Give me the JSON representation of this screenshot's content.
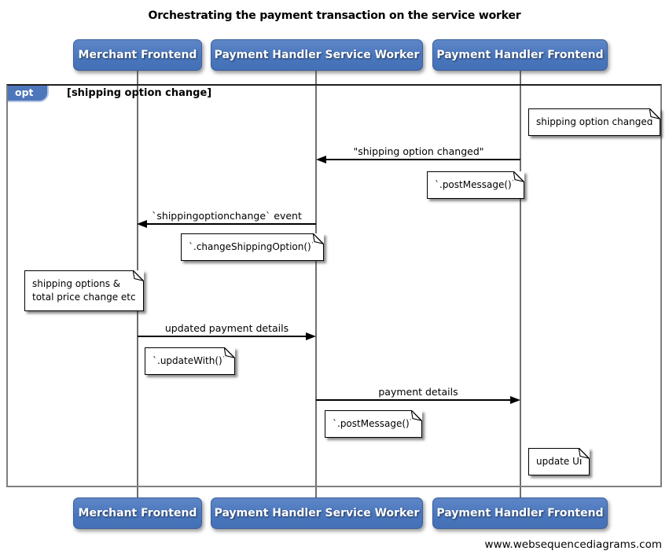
{
  "title": "Orchestrating the payment transaction on the service worker",
  "watermark": "www.websequencediagrams.com",
  "colors": {
    "actor_fill": "#4a76bd",
    "actor_border": "#3b5f9d",
    "actor_text": "#ffffff",
    "opt_tab_fill": "#4d76bb",
    "frame_border": "#7f7f7f",
    "lifeline": "#6f6f6f",
    "note_bg": "#ffffff",
    "arrow": "#000000"
  },
  "actors": [
    {
      "label": "Merchant Frontend"
    },
    {
      "label": "Payment Handler Service Worker"
    },
    {
      "label": "Payment Handler Frontend"
    }
  ],
  "fragment": {
    "operator": "opt",
    "guard": "[shipping option change]"
  },
  "messages": [
    {
      "label": "\"shipping option changed\"",
      "from": "Payment Handler Frontend",
      "to": "Payment Handler Service Worker"
    },
    {
      "label": "`shippingoptionchange` event",
      "from": "Payment Handler Service Worker",
      "to": "Merchant Frontend"
    },
    {
      "label": "updated payment details",
      "from": "Merchant Frontend",
      "to": "Payment Handler Service Worker"
    },
    {
      "label": "payment details",
      "from": "Payment Handler Service Worker",
      "to": "Payment Handler Frontend"
    }
  ],
  "notes": [
    {
      "text": "shipping option changed"
    },
    {
      "text": "`.postMessage()`"
    },
    {
      "text": "`.changeShippingOption()`"
    },
    {
      "line1": "shipping options &",
      "line2": "total price change etc"
    },
    {
      "text": "`.updateWith()`"
    },
    {
      "text": "`.postMessage()`"
    },
    {
      "text": "update UI"
    }
  ]
}
